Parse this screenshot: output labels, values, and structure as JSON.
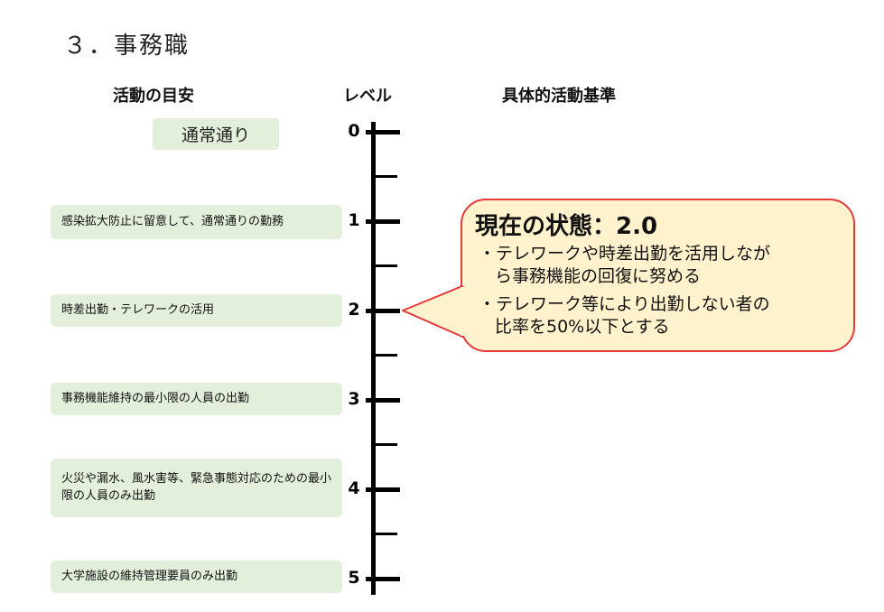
{
  "title": "３．事務職",
  "headers": {
    "goal": "活動の目安",
    "level": "レベル",
    "criteria": "具体的活動基準"
  },
  "levels": [
    {
      "level": "0",
      "activity": "通常通り"
    },
    {
      "level": "1",
      "activity": "感染拡大防止に留意して、通常通りの勤務"
    },
    {
      "level": "2",
      "activity": "時差出勤・テレワークの活用"
    },
    {
      "level": "3",
      "activity": "事務機能維持の最小限の人員の出勤"
    },
    {
      "level": "4",
      "activity": "火災や漏水、風水害等、緊急事態対応のための最小限の人員のみ出勤"
    },
    {
      "level": "5",
      "activity": "大学施設の維持管理要員のみ出勤"
    }
  ],
  "callout": {
    "title": "現在の状態：2.0",
    "bullet1_line1": "・テレワークや時差出勤を活用しなが",
    "bullet1_line2": "ら事務機能の回復に努める",
    "bullet2_line1": "・テレワーク等により出勤しない者の",
    "bullet2_line2": "比率を50%以下とする",
    "current_level": 2.0
  },
  "colors": {
    "box_fill": "#e2efda",
    "callout_fill": "#fff2cc",
    "callout_border": "#e8393a",
    "axis": "#000000"
  }
}
